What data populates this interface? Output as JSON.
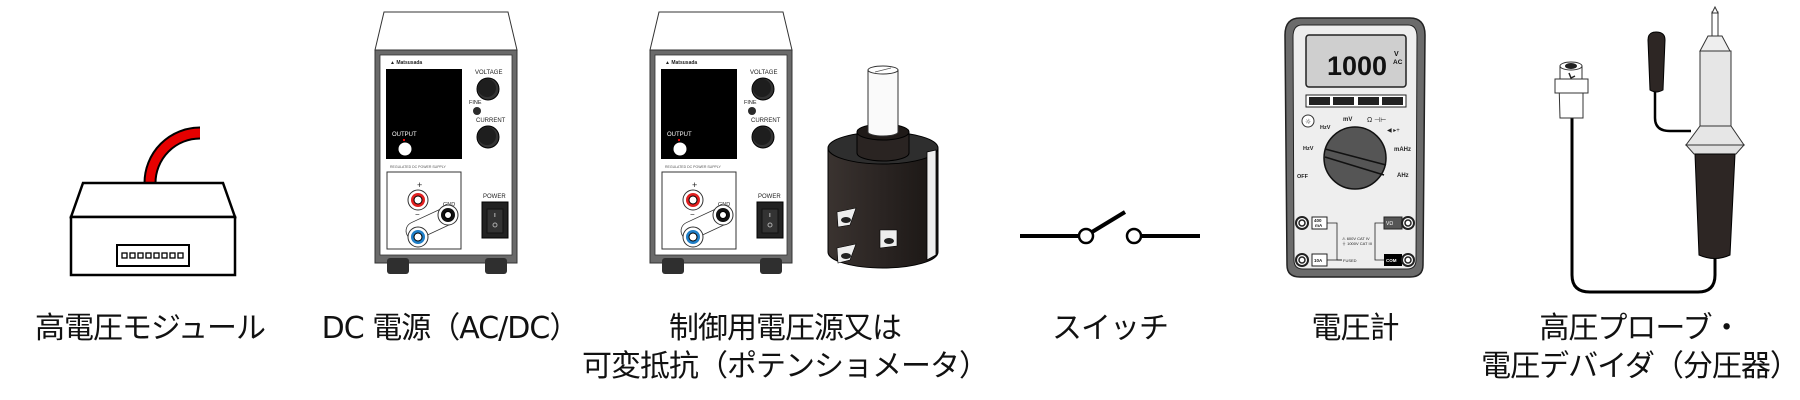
{
  "components": [
    {
      "id": "hv-module",
      "label_lines": [
        "高電圧モジュール"
      ]
    },
    {
      "id": "dc-power",
      "label_lines": [
        "DC 電源（AC/DC）"
      ]
    },
    {
      "id": "control-source",
      "label_lines": [
        "制御用電圧源又は",
        "可変抵抗（ポテンショメータ）"
      ]
    },
    {
      "id": "switch",
      "label_lines": [
        "スイッチ"
      ]
    },
    {
      "id": "voltmeter",
      "label_lines": [
        "電圧計"
      ]
    },
    {
      "id": "hv-probe",
      "label_lines": [
        "高圧プローブ・",
        "電圧デバイダ（分圧器）"
      ]
    }
  ],
  "power_supply": {
    "brand": "Matsusada",
    "voltage_label": "VOLTAGE",
    "fine_label": "FINE",
    "current_label": "CURRENT",
    "output_label": "OUTPUT",
    "model_text": "REGULATED DC POWER SUPPLY",
    "plus": "+",
    "minus": "−",
    "gnd_label": "GND",
    "power_label": "POWER",
    "switch_on": "I",
    "switch_off": "O"
  },
  "multimeter": {
    "display_value": "1000",
    "unit_top": "V",
    "unit_bottom": "AC",
    "dial_labels": [
      "OFF",
      "HzV",
      "HzV",
      "mV",
      "Ω",
      "mAHz",
      "AHz"
    ],
    "jack_400ma": "400 mA",
    "jack_10a": "10A",
    "fused": "FUSED",
    "com": "COM",
    "cat_line1": "600V CAT IV",
    "cat_line2": "1000V CAT III",
    "v_ohm": "VΩ"
  },
  "colors": {
    "cable_red": "#e60000",
    "jack_red": "#e02020",
    "jack_blue": "#1f7fc8",
    "case_gray": "#666666",
    "dark": "#2a2422",
    "lcd": "#cccccc"
  }
}
